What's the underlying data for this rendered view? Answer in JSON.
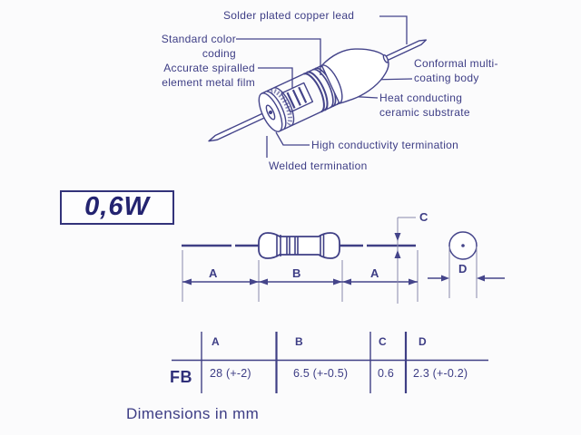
{
  "callouts": {
    "solder_lead": "Solder plated copper lead",
    "color_coding_1": "Standard color",
    "color_coding_2": "coding",
    "metal_film_1": "Accurate spiralled",
    "metal_film_2": "element metal film",
    "coating_body_1": "Conformal multi-",
    "coating_body_2": "coating body",
    "substrate_1": "Heat conducting",
    "substrate_2": "ceramic substrate",
    "high_conductivity": "High conductivity termination",
    "welded": "Welded termination"
  },
  "power_rating": "0,6W",
  "dimension_labels": {
    "a_left": "A",
    "b": "B",
    "a_right": "A",
    "c": "C",
    "d": "D"
  },
  "table": {
    "headers": [
      "A",
      "B",
      "C",
      "D"
    ],
    "row_label": "FB",
    "values": [
      "28 (+-2)",
      "6.5  (+-0.5)",
      "0.6",
      "2.3 (+-0.2)"
    ]
  },
  "caption": "Dimensions in mm",
  "colors": {
    "ink": "#3d3d85",
    "line": "#44448a",
    "background": "#fbfbfc"
  }
}
